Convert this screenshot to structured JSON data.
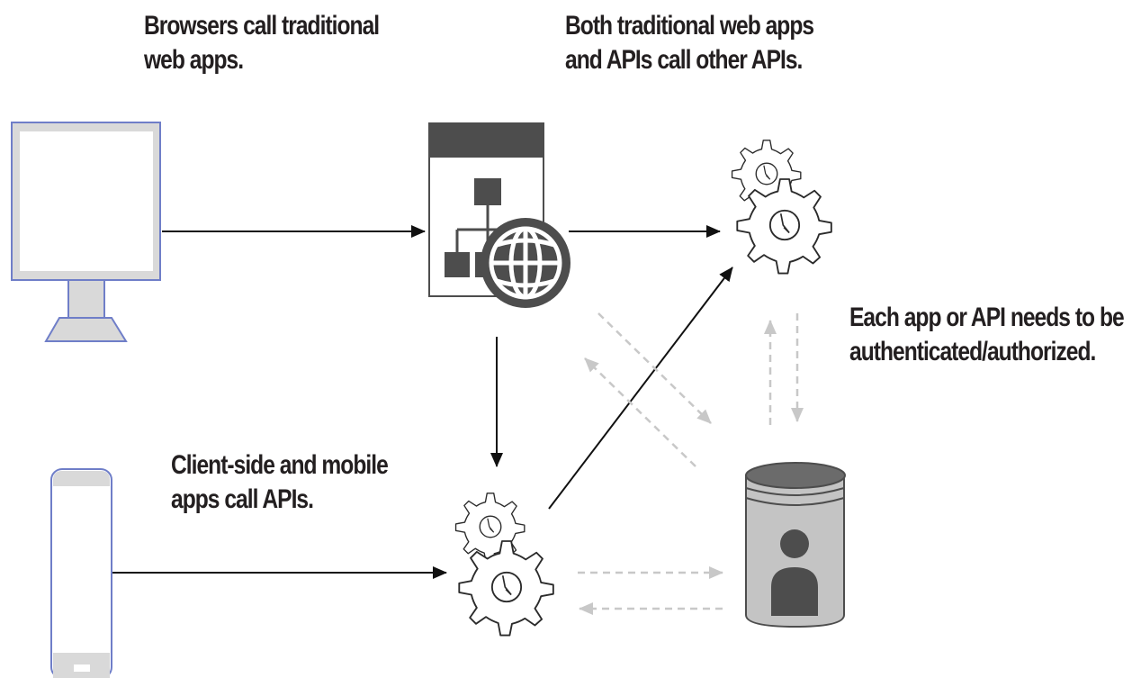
{
  "labels": {
    "browsers": [
      "Browsers call traditional",
      "web apps."
    ],
    "apis_call": [
      "Both traditional web apps",
      "and APIs call other APIs."
    ],
    "auth": [
      "Each app or API needs to be",
      "authenticated/authorized."
    ],
    "client": [
      "Client-side and mobile",
      "apps call APIs."
    ]
  },
  "colors": {
    "device_border": "#6f7ec8",
    "device_fill": "#d9d9d9",
    "dark": "#4d4d4d",
    "arrow": "#111111",
    "dashed_arrow": "#c8c8c8"
  }
}
